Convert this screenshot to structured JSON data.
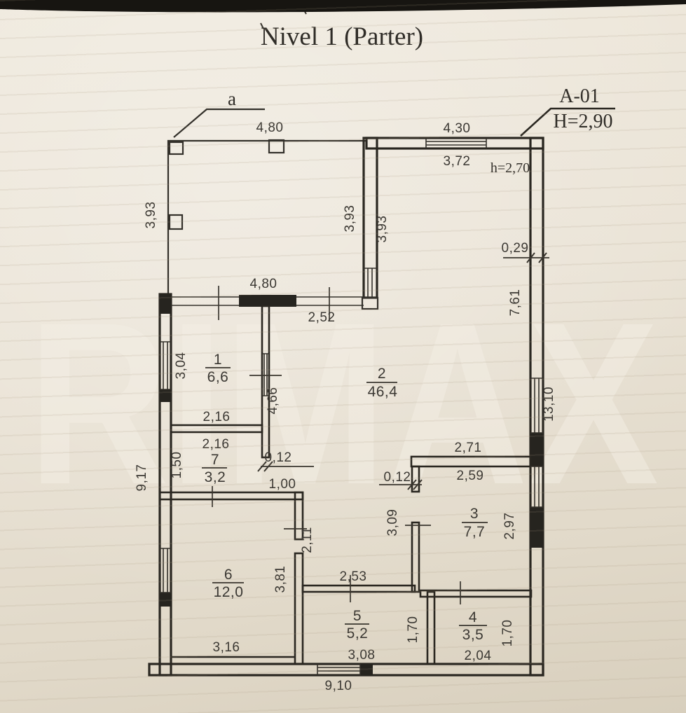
{
  "title": "Nivel 1 (Parter)",
  "callouts": {
    "sheet_code": "A-01",
    "level_height": "H=2,90",
    "axis_mark": "a",
    "ceiling_height_note": "h=2,70"
  },
  "watermark": "RIMAX",
  "rooms": [
    {
      "number": "1",
      "area": "6,6"
    },
    {
      "number": "2",
      "area": "46,4"
    },
    {
      "number": "3",
      "area": "7,7"
    },
    {
      "number": "4",
      "area": "3,5"
    },
    {
      "number": "5",
      "area": "5,2"
    },
    {
      "number": "6",
      "area": "12,0"
    },
    {
      "number": "7",
      "area": "3,2"
    }
  ],
  "dimensions": {
    "porch_top_width": "4,80",
    "top_right_room_width_ext": "4,30",
    "top_right_room_width_int": "3,72",
    "porch_left_depth": "3,93",
    "mid_wall_depth_left": "3,93",
    "mid_wall_depth_right": "3,93",
    "right_wall_thickness": "0,29",
    "right_wall_upper_run": "7,61",
    "interior_top_wall_width": "4,80",
    "hall_top_width": "2,52",
    "right_side_total": "13,10",
    "room1_left_depth": "3,04",
    "room1_partition_run": "4,66",
    "room1_width": "2,16",
    "room7_width": "2,16",
    "room7_left_depth": "1,50",
    "door7_wall_thickness": "0,12",
    "door7_width": "1,00",
    "room3_top_width_ext": "2,71",
    "room3_top_width_int": "2,59",
    "room3_wall_thickness": "0,12",
    "room3_left_depth": "3,09",
    "room3_right_depth": "2,97",
    "left_side_total": "9,17",
    "hall_inner_run": "2,11",
    "room6_right_depth": "3,81",
    "room5_top_width": "2,53",
    "room5_right_depth": "1,70",
    "room4_right_depth": "1,70",
    "room6_bottom_width": "3,16",
    "room5_bottom_width": "3,08",
    "room4_bottom_width": "2,04",
    "bottom_total_width": "9,10"
  }
}
